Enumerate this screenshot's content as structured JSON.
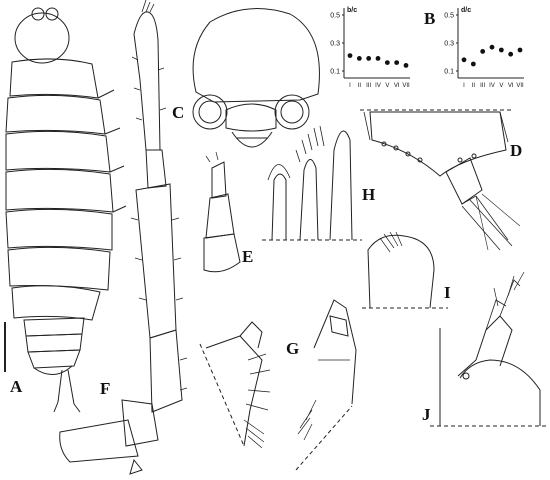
{
  "panels": {
    "A": {
      "label": "A"
    },
    "B": {
      "label": "B"
    },
    "C": {
      "label": "C"
    },
    "D": {
      "label": "D"
    },
    "E": {
      "label": "E"
    },
    "F": {
      "label": "F"
    },
    "G": {
      "label": "G"
    },
    "H": {
      "label": "H"
    },
    "I": {
      "label": "I"
    },
    "J": {
      "label": "J"
    }
  },
  "chart_data": [
    {
      "type": "scatter",
      "panel": "B-left",
      "ylabel": "b/c",
      "categories": [
        "I",
        "II",
        "III",
        "IV",
        "V",
        "VI",
        "VII"
      ],
      "values": [
        0.21,
        0.19,
        0.19,
        0.19,
        0.16,
        0.16,
        0.14
      ],
      "yticks": [
        0.1,
        0.3,
        0.5
      ],
      "ylim": [
        0.05,
        0.55
      ],
      "grid": false
    },
    {
      "type": "scatter",
      "panel": "B-right",
      "ylabel": "d/c",
      "categories": [
        "I",
        "II",
        "III",
        "IV",
        "V",
        "VI",
        "VII"
      ],
      "values": [
        0.18,
        0.15,
        0.24,
        0.27,
        0.25,
        0.22,
        0.25
      ],
      "yticks": [
        0.1,
        0.3,
        0.5
      ],
      "ylim": [
        0.05,
        0.55
      ],
      "grid": false
    }
  ]
}
